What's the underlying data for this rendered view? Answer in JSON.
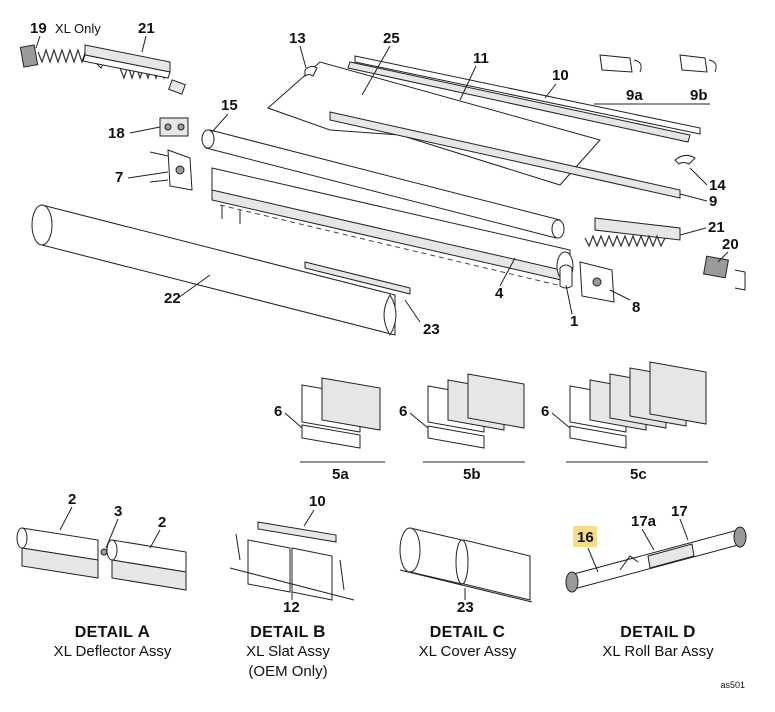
{
  "callouts": {
    "c19": "19",
    "c19_note": "XL Only",
    "c21_top": "21",
    "c13": "13",
    "c25": "25",
    "c11": "11",
    "c10_top": "10",
    "c9a": "9a",
    "c9b": "9b",
    "c15": "15",
    "c18": "18",
    "c7": "7",
    "c14": "14",
    "c9": "9",
    "c21_mid": "21",
    "c20": "20",
    "c22": "22",
    "c4": "4",
    "c8": "8",
    "c23_main": "23",
    "c1": "1"
  },
  "slat_groups": [
    {
      "callout": "6",
      "label": "5a"
    },
    {
      "callout": "6",
      "label": "5b"
    },
    {
      "callout": "6",
      "label": "5c"
    }
  ],
  "details": [
    {
      "head": "DETAIL",
      "letter": "A",
      "name": "XL Deflector Assy",
      "extra": "",
      "callouts": [
        "2",
        "3",
        "2"
      ]
    },
    {
      "head": "DETAIL",
      "letter": "B",
      "name": "XL Slat Assy",
      "extra": "(OEM Only)",
      "callouts": [
        "10",
        "12"
      ]
    },
    {
      "head": "DETAIL",
      "letter": "C",
      "name": "XL Cover Assy",
      "extra": "",
      "callouts": [
        "23"
      ]
    },
    {
      "head": "DETAIL",
      "letter": "D",
      "name": "XL Roll Bar Assy",
      "extra": "",
      "callouts": [
        "16",
        "17a",
        "17"
      ]
    }
  ],
  "highlight_color": "#f6dc86",
  "reference": "as501"
}
